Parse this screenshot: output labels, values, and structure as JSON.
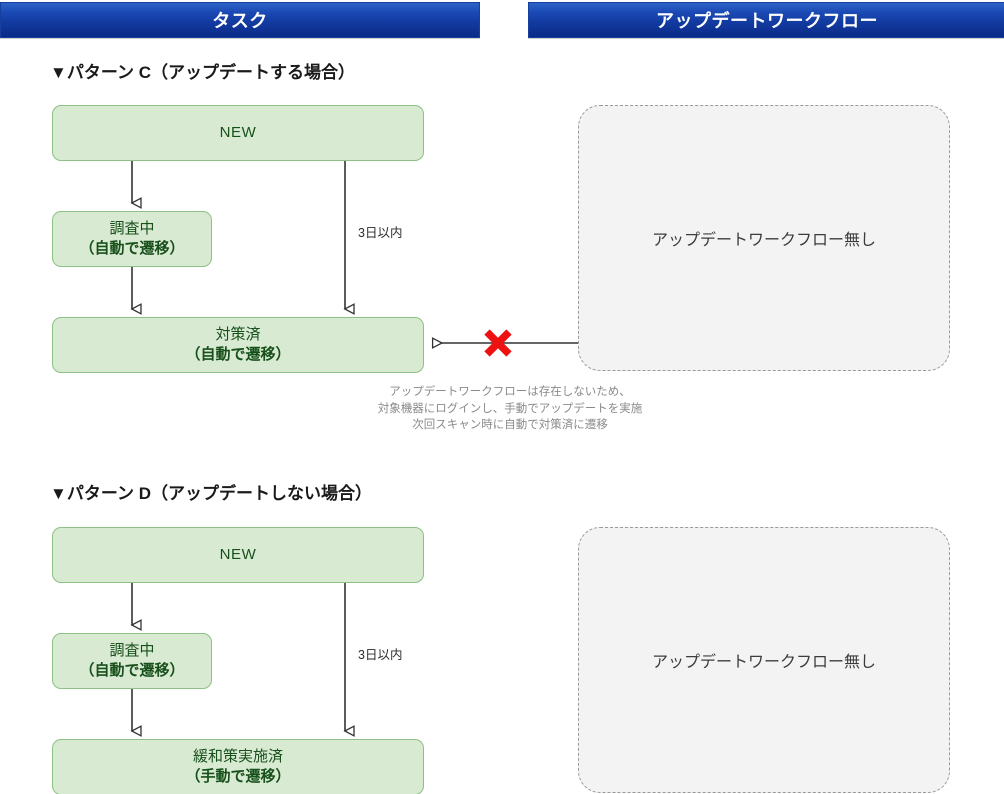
{
  "headers": {
    "task": "タスク",
    "workflow": "アップデートワークフロー"
  },
  "patterns": [
    {
      "id": "C",
      "title": "▼パターン C（アップデートする場合）",
      "boxes": {
        "new": {
          "label": "NEW"
        },
        "investigating": {
          "line1": "調査中",
          "line2": "（自動で遷移）"
        },
        "result": {
          "line1": "対策済",
          "line2": "（自動で遷移）"
        }
      },
      "edge_label": "3日以内",
      "workflow_panel": "アップデートワークフロー無し",
      "blocked_marker": "red-x",
      "note": [
        "アップデートワークフローは存在しないため、",
        "対象機器にログインし、手動でアップデートを実施",
        "次回スキャン時に自動で対策済に遷移"
      ]
    },
    {
      "id": "D",
      "title": "▼パターン D（アップデートしない場合）",
      "boxes": {
        "new": {
          "label": "NEW"
        },
        "investigating": {
          "line1": "調査中",
          "line2": "（自動で遷移）"
        },
        "result": {
          "line1": "緩和策実施済",
          "line2": "（手動で遷移）"
        }
      },
      "edge_label": "3日以内",
      "workflow_panel": "アップデートワークフロー無し"
    }
  ],
  "colors": {
    "banner_blue_top": "#2c63c8",
    "banner_blue_bottom": "#0b2a88",
    "state_fill": "#d9ead3",
    "state_border": "#8cc184",
    "state_text": "#17501b",
    "panel_fill": "#f3f3f3",
    "panel_border": "#9a9a9a",
    "connector": "#333333",
    "x_mark_red": "#ee1111",
    "note_text": "#8a8a8a"
  }
}
